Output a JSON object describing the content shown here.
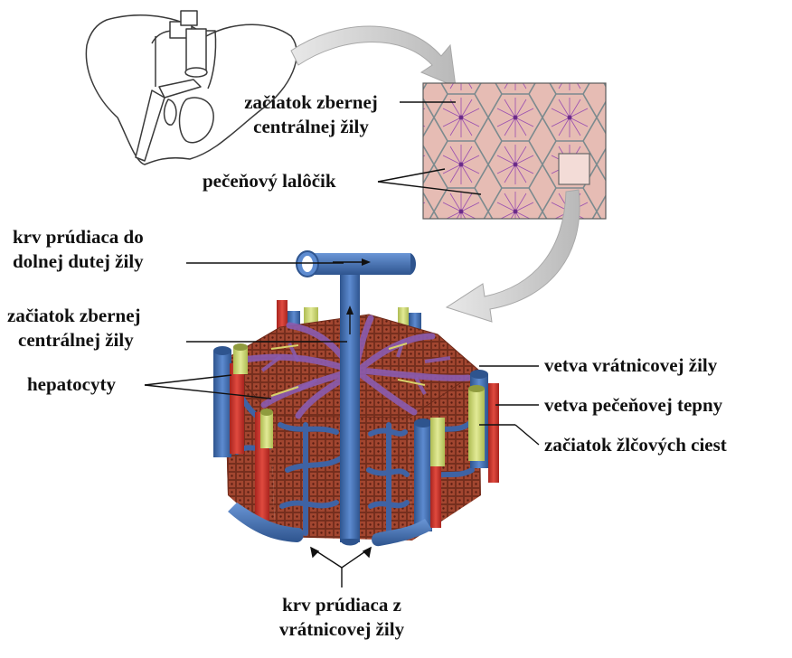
{
  "labels": {
    "central_vein_top_1": "začiatok zbernej",
    "central_vein_top_2": "centrálnej žily",
    "lobule": "pečeňový lalôčik",
    "ivc_1": "krv prúdiaca do",
    "ivc_2": "dolnej dutej žily",
    "central_vein_mid_1": "začiatok zbernej",
    "central_vein_mid_2": "centrálnej žily",
    "hepatocytes": "hepatocyty",
    "portal_vein": "vetva vrátnicovej žily",
    "hepatic_artery": "vetva pečeňovej tepny",
    "bile_duct": "začiatok žlčových ciest",
    "portal_flow_1": "krv prúdiaca z",
    "portal_flow_2": "vrátnicovej žily"
  },
  "colors": {
    "vein_blue": "#3c68a8",
    "artery_red": "#c8332b",
    "bile_yellow": "#cfd97a",
    "hepatocyte_brown": "#8c3a26",
    "sinusoid_purple": "#8a5cb0",
    "lobule_pink": "#e4b7b2",
    "arrow_gray": "#c9c9c9"
  }
}
